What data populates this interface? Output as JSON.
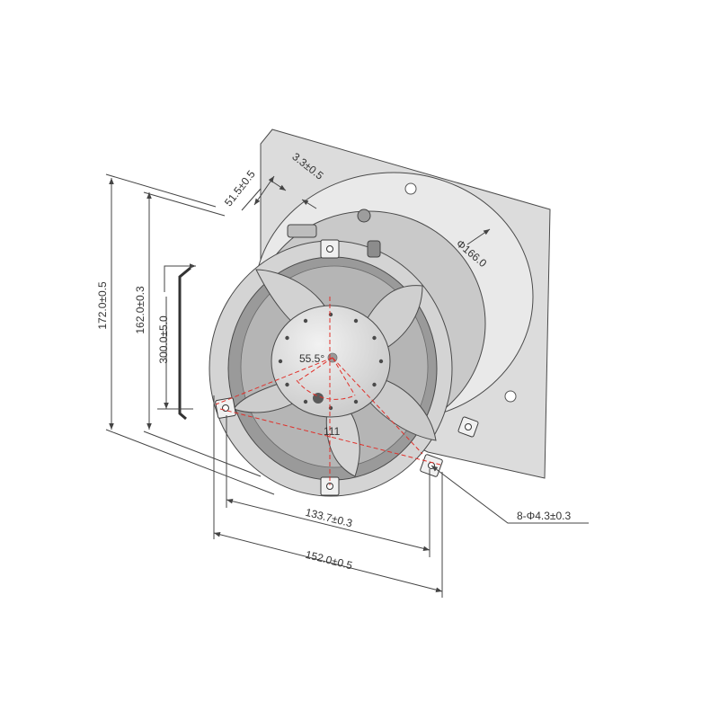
{
  "drawing": {
    "dimensions": {
      "height_outer": "172.0±0.5",
      "height_inner": "162.0±0.3",
      "lead_length": "300.0±5.0",
      "depth_flange": "51.5±0.5",
      "flange_thickness": "3.3±0.5",
      "ring_diameter": "Φ166.0",
      "hole_spacing": "133.7±0.3",
      "overall_width": "152.0±0.5",
      "mount_holes": "8-Φ4.3±0.3",
      "angle": "55.5°",
      "angle_count": "111"
    },
    "colors": {
      "line": "#444444",
      "frame": "#d6d6d6",
      "plate": "#dcdcdc",
      "blade": "#cfcfcf",
      "hub": "#e4e4e4",
      "centerline": "#e0302a"
    }
  }
}
